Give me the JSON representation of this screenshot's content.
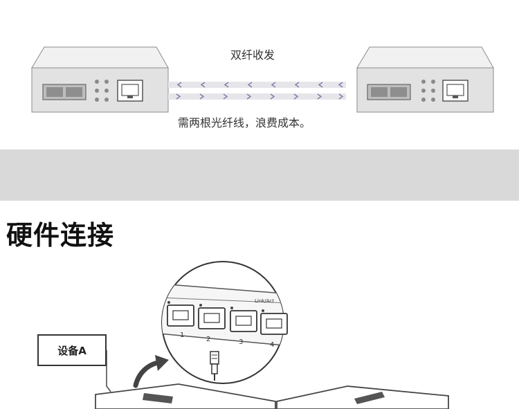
{
  "fiber_demo": {
    "title": "双纤收发",
    "note": "需两根光纤线，浪费成本。"
  },
  "hardware": {
    "title": "硬件连接",
    "device_a": "设备A",
    "zoom": {
      "link_act": "Link/Act",
      "ports": [
        "1",
        "2",
        "3",
        "4"
      ]
    }
  }
}
